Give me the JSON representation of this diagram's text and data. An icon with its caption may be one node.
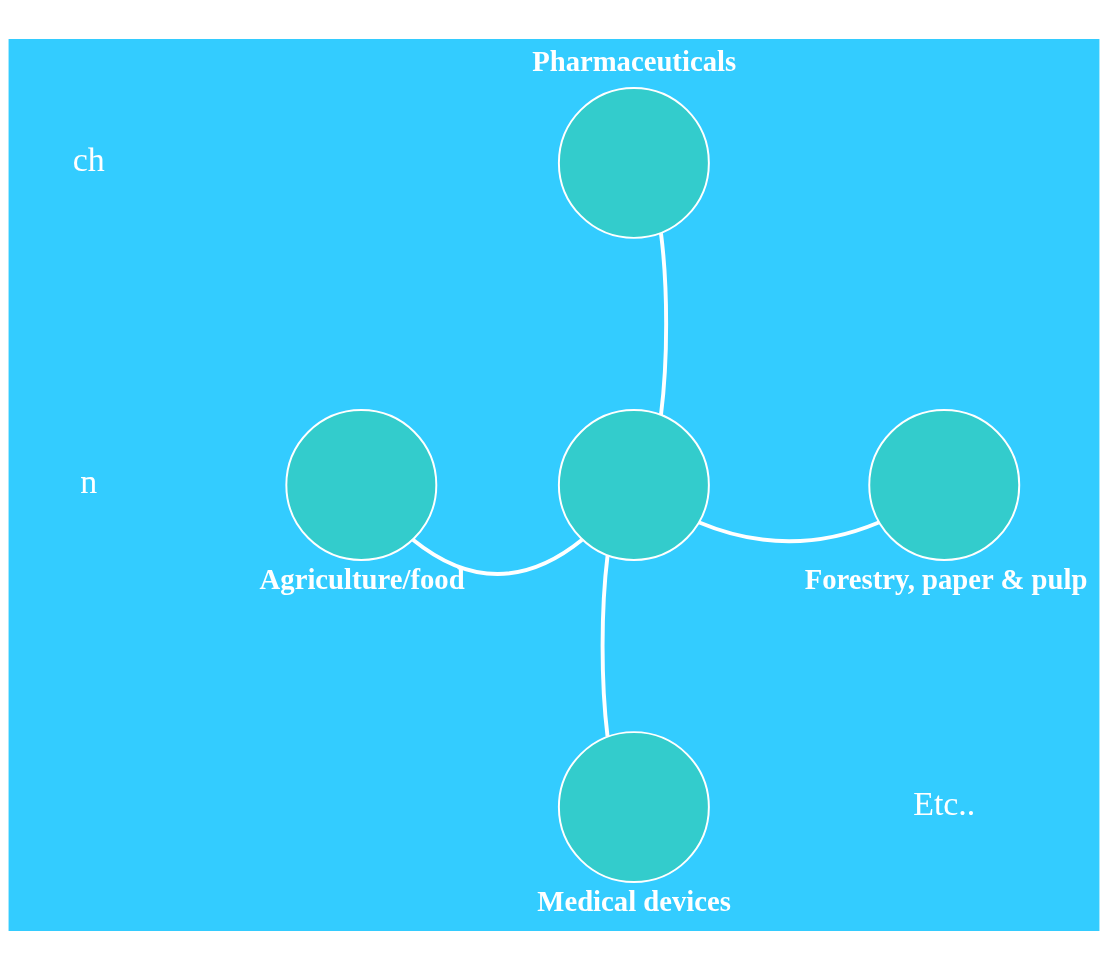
{
  "diagram": {
    "nodes": [
      {
        "text": [
          "Pharmaceuticals"
        ]
      },
      {
        "text": [
          "Agriculture/food"
        ]
      },
      {
        "text": [],
        "shape": "circle"
      },
      {
        "text": [
          "Forestry, paper & pulp"
        ]
      },
      {
        "text": [
          "Medical devices"
        ]
      }
    ],
    "edges": [
      {
        "from": 2,
        "to": 0,
        "arrow": "none"
      },
      {
        "from": 1,
        "to": 2,
        "arrow": "none"
      },
      {
        "from": 2,
        "to": 3,
        "arrow": "none"
      },
      {
        "from": 2,
        "to": 4,
        "arrow": "none"
      }
    ],
    "labels": [
      "ch",
      "n",
      "Etc.."
    ]
  }
}
